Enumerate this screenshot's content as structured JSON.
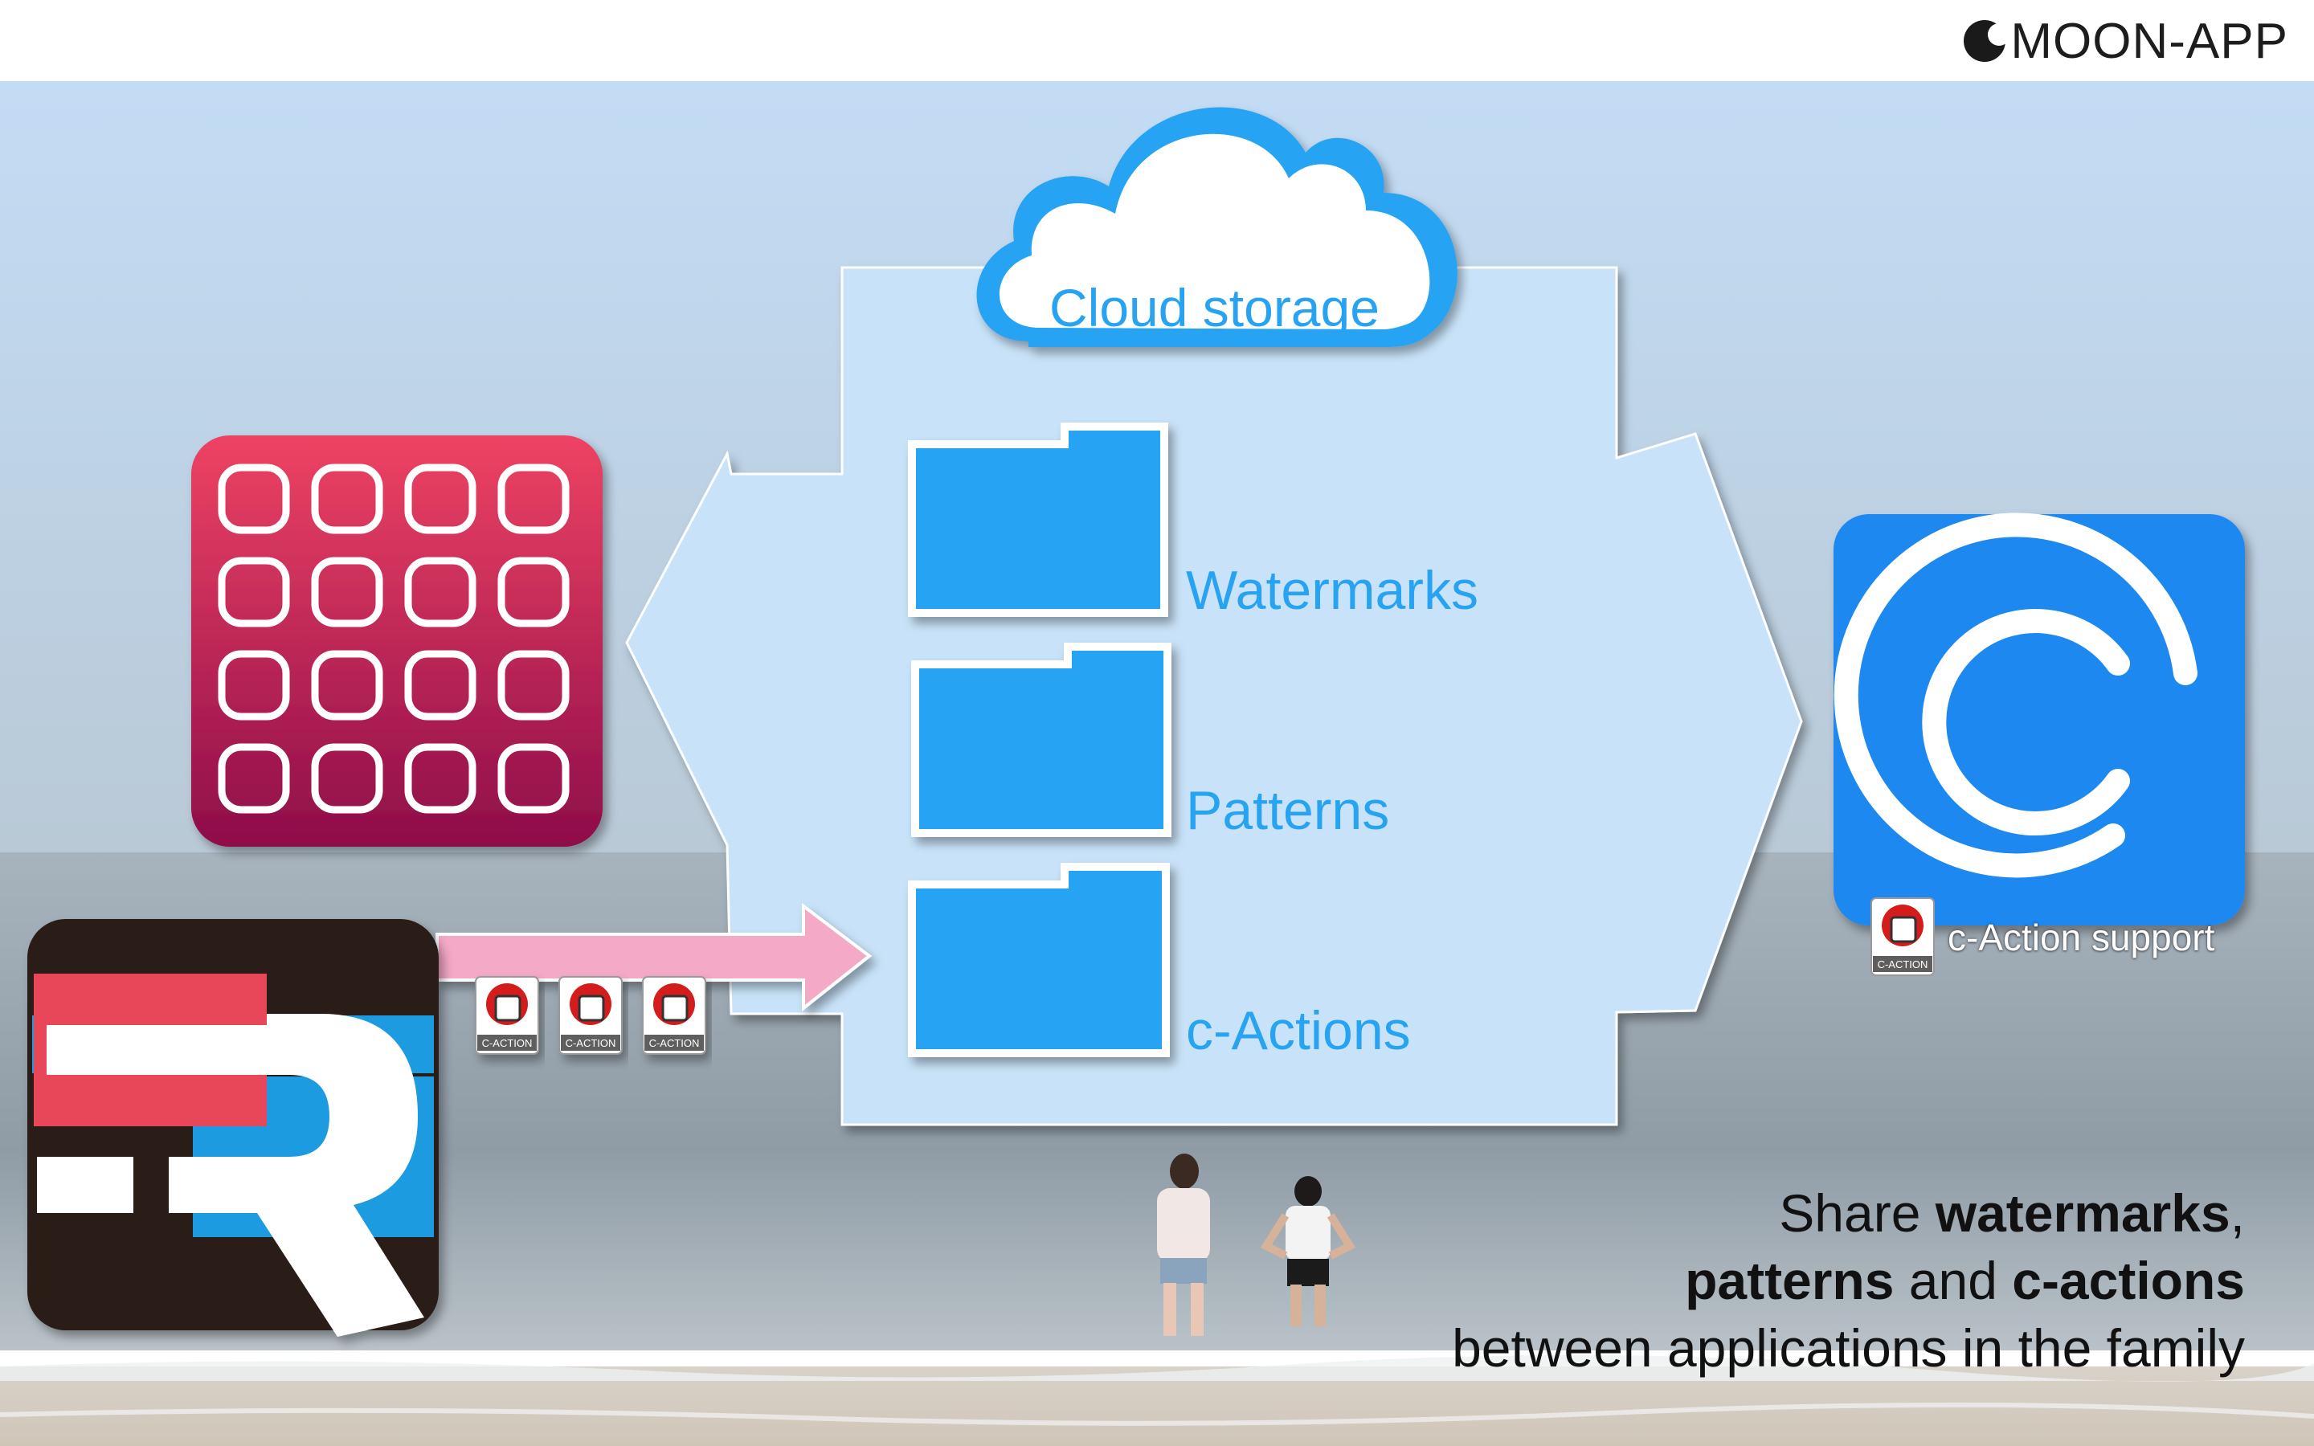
{
  "brand": {
    "name": "MOON-APP",
    "logo_icon": "moon-icon"
  },
  "cloud": {
    "label": "Cloud storage",
    "icon": "cloud-icon"
  },
  "folders": [
    {
      "label": "Watermarks",
      "icon": "folder-icon"
    },
    {
      "label": "Patterns",
      "icon": "folder-icon"
    },
    {
      "label": "c-Actions",
      "icon": "folder-icon"
    }
  ],
  "apps": [
    {
      "name": "grid-app",
      "icon": "grid-app-icon",
      "color": "#a3164e"
    },
    {
      "name": "r-app",
      "icon": "r-app-icon",
      "color": "#2a1d18"
    },
    {
      "name": "c-app",
      "icon": "copyright-app-icon",
      "color": "#1f88f0"
    }
  ],
  "badges": {
    "text": "C-ACTION",
    "count": 3
  },
  "support": {
    "text": "c-Action support",
    "badge_text": "C-ACTION"
  },
  "caption": {
    "line1_prefix": "Share ",
    "line1_bold": "watermarks",
    "line1_suffix": ",",
    "line2_bold1": "patterns",
    "line2_mid": " and ",
    "line2_bold2": "c-actions",
    "line3": "between applications in the family"
  },
  "colors": {
    "accent": "#27a3f2",
    "panel": "#c8e3f9",
    "pink_arrow": "#f4a9c6",
    "app_blue": "#1f88f0"
  }
}
